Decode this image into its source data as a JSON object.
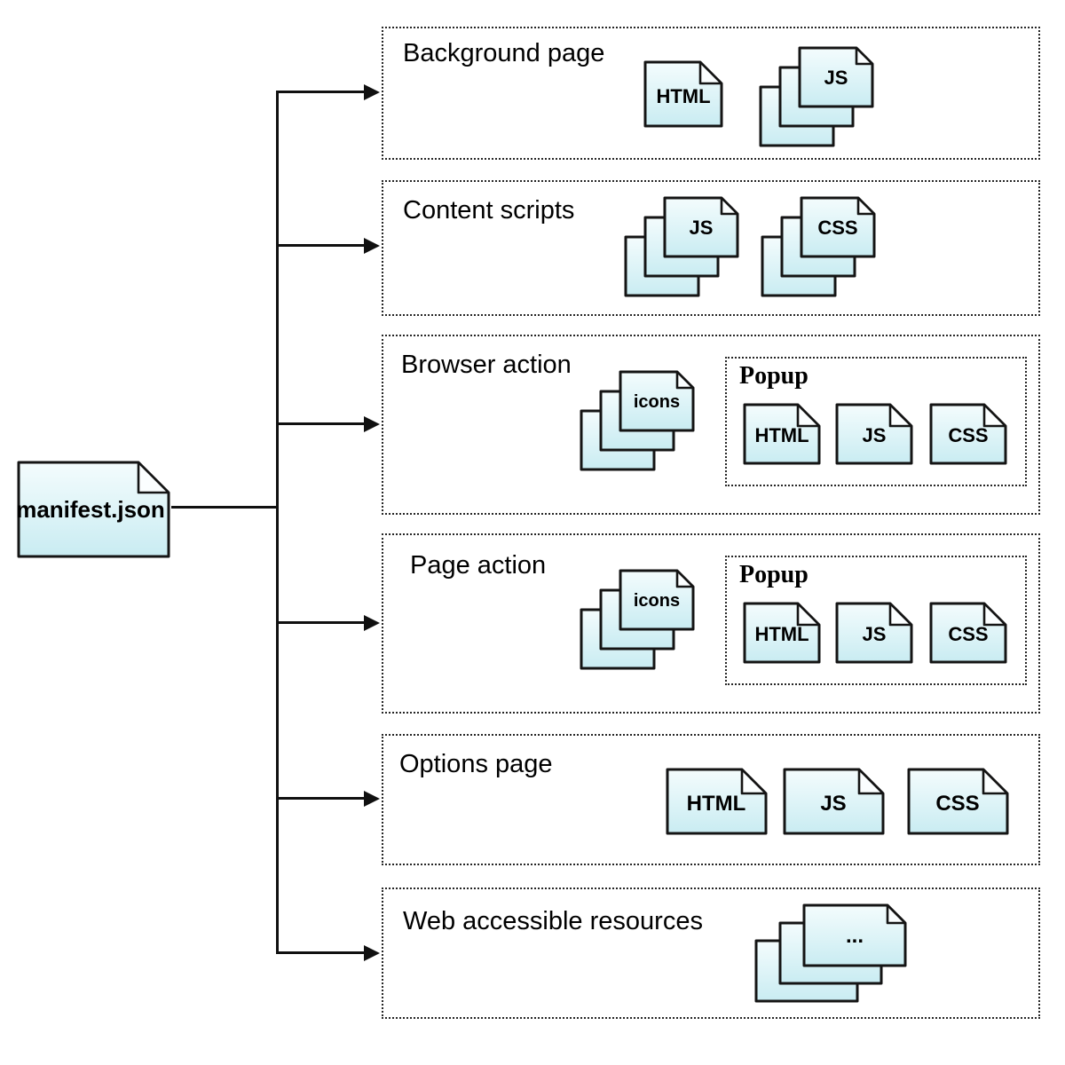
{
  "manifest": {
    "label": "manifest.json"
  },
  "sections": [
    {
      "label": "Background page",
      "file_html": "HTML",
      "stack_js": "JS"
    },
    {
      "label": "Content scripts",
      "stack_js": "JS",
      "stack_css": "CSS"
    },
    {
      "label": "Browser action",
      "stack_icons": "icons",
      "popup": {
        "label": "Popup",
        "file_html": "HTML",
        "file_js": "JS",
        "file_css": "CSS"
      }
    },
    {
      "label": "Page action",
      "stack_icons": "icons",
      "popup": {
        "label": "Popup",
        "file_html": "HTML",
        "file_js": "JS",
        "file_css": "CSS"
      }
    },
    {
      "label": "Options page",
      "file_html": "HTML",
      "file_js": "JS",
      "file_css": "CSS"
    },
    {
      "label": "Web accessible resources",
      "stack_more": "..."
    }
  ],
  "colors": {
    "file_fill_top": "#f4fcfd",
    "file_fill_bottom": "#c9ecf2",
    "file_stroke": "#141414",
    "box_border": "#262626",
    "connector": "#101010",
    "background": "#ffffff"
  }
}
